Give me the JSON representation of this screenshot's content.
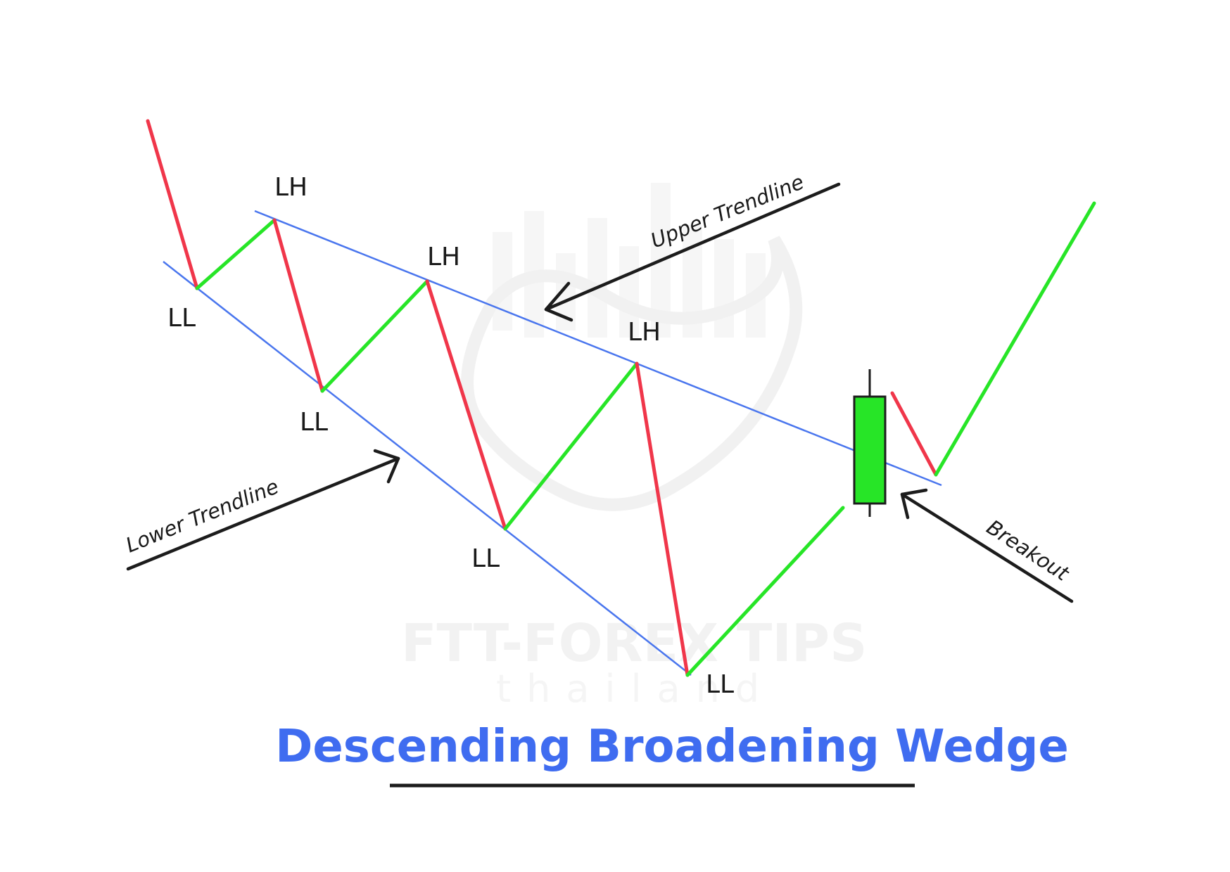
{
  "title": "Descending Broadening Wedge",
  "colors": {
    "up_leg": "#27e527",
    "down_leg": "#f0364a",
    "trendline": "#4a76ee",
    "title": "#3f6cf0",
    "arrow": "#1c1c1c",
    "candle_fill": "#27e527",
    "watermark": "#e9e9e9"
  },
  "pivots": [
    "LH",
    "LH",
    "LH",
    "LL",
    "LL",
    "LL",
    "LL"
  ],
  "annotations": {
    "upper": "Upper Trendline",
    "lower": "Lower Trendline",
    "breakout": "Breakout"
  },
  "watermark": {
    "name": "FTT-FOREX TIPS",
    "sub": "thailand"
  },
  "legs": [
    "down",
    "up",
    "down",
    "up",
    "down",
    "up",
    "down",
    "up",
    "down"
  ],
  "breakout_candle": "bullish"
}
